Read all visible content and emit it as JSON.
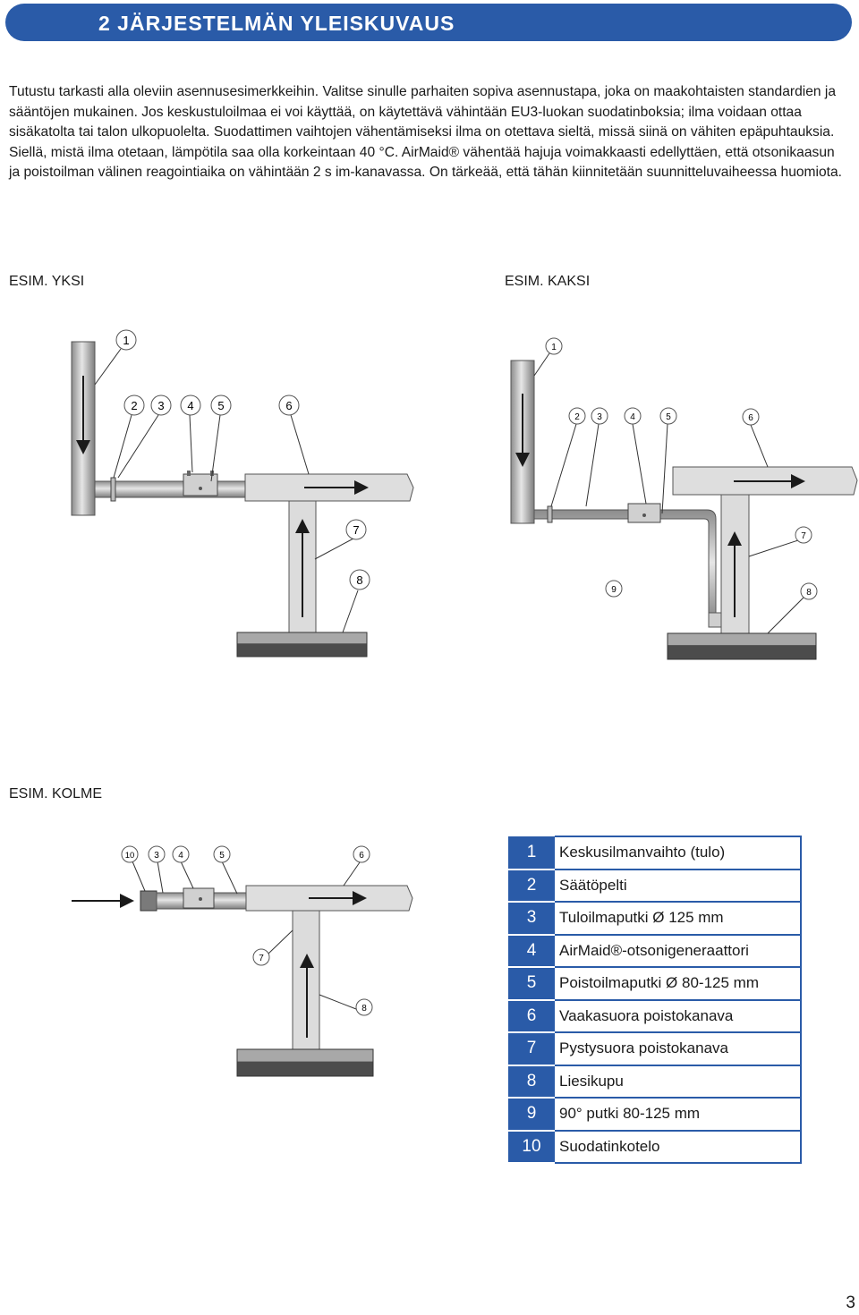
{
  "header": {
    "title": "2 JÄRJESTELMÄN YLEISKUVAUS"
  },
  "intro": {
    "text": "Tutustu tarkasti alla oleviin asennusesimerkkeihin. Valitse sinulle parhaiten sopiva asennustapa, joka on maakohtaisten standardien ja sääntöjen mukainen. Jos keskustuloilmaa ei voi käyttää, on käytettävä vähintään EU3-luokan suodatinboksia; ilma voidaan ottaa sisäkatolta tai talon ulkopuolelta. Suodattimen vaihtojen vähentämiseksi ilma on otettava sieltä, missä siinä on vähiten epäpuhtauksia. Siellä, mistä ilma otetaan, lämpötila saa olla korkeintaan 40 °C. AirMaid® vähentää hajuja voimakkaasti edellyttäen, että otsonikaasun ja poistoilman välinen reagointiaika on vähintään 2 s im-kanavassa. On tärkeää, että tähän kiinnitetään suunnitteluvaiheessa huomiota."
  },
  "examples": {
    "one": {
      "label": "ESIM. YKSI",
      "callouts": [
        "1",
        "2",
        "3",
        "4",
        "5",
        "6",
        "7",
        "8"
      ]
    },
    "two": {
      "label": "ESIM. KAKSI",
      "callouts": [
        "1",
        "2",
        "3",
        "4",
        "5",
        "6",
        "7",
        "9",
        "8"
      ]
    },
    "three": {
      "label": "ESIM. KOLME",
      "callouts": [
        "10",
        "3",
        "4",
        "5",
        "6",
        "7",
        "8"
      ]
    }
  },
  "legend": [
    {
      "num": "1",
      "text": "Keskusilmanvaihto (tulo)"
    },
    {
      "num": "2",
      "text": "Säätöpelti"
    },
    {
      "num": "3",
      "text": "Tuloilmaputki Ø 125 mm"
    },
    {
      "num": "4",
      "text": "AirMaid®-otsonigeneraattori"
    },
    {
      "num": "5",
      "text": "Poistoilmaputki Ø 80-125 mm"
    },
    {
      "num": "6",
      "text": "Vaakasuora poistokanava"
    },
    {
      "num": "7",
      "text": "Pystysuora poistokanava"
    },
    {
      "num": "8",
      "text": "Liesikupu"
    },
    {
      "num": "9",
      "text": "90° putki  80-125 mm"
    },
    {
      "num": "10",
      "text": "Suodatinkotelo"
    }
  ],
  "colors": {
    "accent": "#2a5ba8",
    "duct_fill": "#dcdcdc",
    "duct_shade": "#9a9a9a",
    "hood": "#555555"
  },
  "page": {
    "number": "3"
  }
}
